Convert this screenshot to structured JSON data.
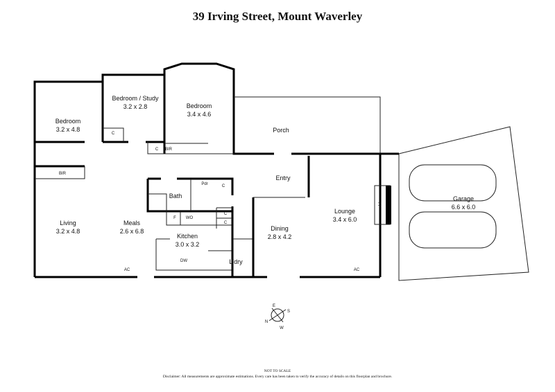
{
  "title": "39 Irving Street, Mount Waverley",
  "rooms": {
    "bedroom1": {
      "name": "Bedroom",
      "size": "3.2 x 4.8"
    },
    "study": {
      "name": "Bedroom / Study",
      "size": "3.2 x 2.8"
    },
    "bedroom2": {
      "name": "Bedroom",
      "size": "3.4 x 4.6"
    },
    "porch": {
      "name": "Porch"
    },
    "entry": {
      "name": "Entry"
    },
    "lounge": {
      "name": "Lounge",
      "size": "3.4 x 6.0"
    },
    "garage": {
      "name": "Garage",
      "size": "6.6 x 6.0"
    },
    "living": {
      "name": "Living",
      "size": "3.2 x 4.8"
    },
    "meals": {
      "name": "Meals",
      "size": "2.6 x 6.8"
    },
    "kitchen": {
      "name": "Kitchen",
      "size": "3.0 x 3.2"
    },
    "dining": {
      "name": "Dining",
      "size": "2.8 x 4.2"
    },
    "laundry": {
      "name": "L'dry"
    },
    "bath": {
      "name": "Bath"
    },
    "powder": {
      "name": "Pdr"
    }
  },
  "fixtures": {
    "bir": "BIR",
    "cupboard": "C",
    "fridge": "F",
    "wo": "WO",
    "dw": "DW",
    "ac": "AC",
    "fp": "FP"
  },
  "compass": {
    "n": "N",
    "e": "E",
    "s": "S",
    "w": "W"
  },
  "footer": {
    "not_to_scale": "NOT TO SCALE",
    "disclaimer": "Disclaimer: All measurements are approximate estimations. Every care has been taken to verify the accuracy of details on this floorplan and brochure."
  }
}
